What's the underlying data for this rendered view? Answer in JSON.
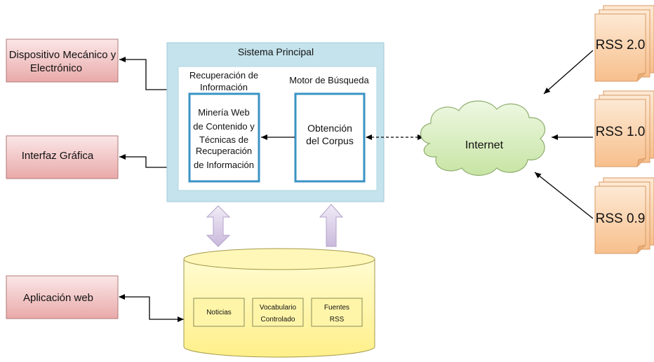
{
  "left_boxes": {
    "dispositivo": [
      "Dispositivo Mecánico y",
      "Electrónico"
    ],
    "interfaz": "Interfaz Gráfica",
    "aplicacion": "Aplicación web"
  },
  "sistema": {
    "title": "Sistema Principal",
    "recuperacion_header": [
      "Recuperación de",
      "Información"
    ],
    "motor_header": "Motor de Búsqueda",
    "mineria": [
      "Minería Web",
      "de Contenido y",
      "Técnicas de",
      "Recuperación",
      "de Información"
    ],
    "obtencion": [
      "Obtención",
      "del Corpus"
    ]
  },
  "internet": "Internet",
  "rss": [
    "RSS 2.0",
    "RSS 1.0",
    "RSS 0.9"
  ],
  "database": {
    "items": [
      [
        "Noticias"
      ],
      [
        "Vocabulario",
        "Controlado"
      ],
      [
        "Fuentes",
        "RSS"
      ]
    ]
  },
  "colors": {
    "left_box_fill": "#f2c4c4",
    "system_fill": "#c5e3ec",
    "inner_border": "#3a93c4",
    "cloud_fill": "#dbefc4",
    "rss_fill": "#fbd5b0",
    "db_fill": "#fff5a8",
    "arrow_fill": "#d8cce6"
  }
}
